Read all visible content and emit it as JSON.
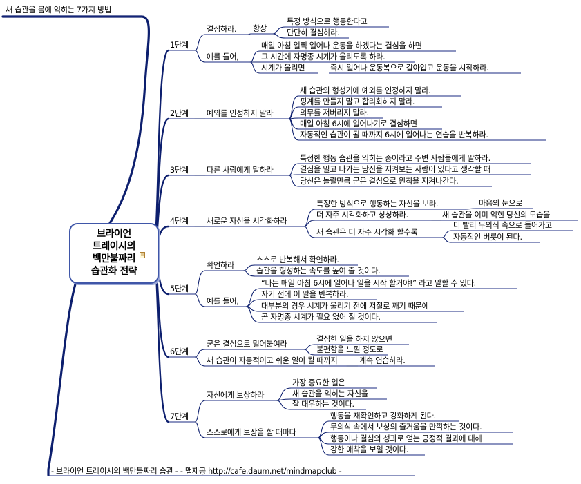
{
  "header": "새 습관을 몸에 익히는 7가지 방법",
  "root": {
    "lines": [
      "브라이언",
      "트레이시의",
      "백만불짜리",
      "습관화 전략"
    ],
    "note_icon": "note-icon"
  },
  "steps": [
    {
      "label": "1단계",
      "children": [
        {
          "label": "결심하라.",
          "children": [
            {
              "label": "항상",
              "children": [
                {
                  "label": "특정 방식으로 행동한다고"
                },
                {
                  "label": "단단히 결심하라."
                }
              ]
            }
          ]
        },
        {
          "label": "예를 들어,",
          "children": [
            {
              "label": "매일 아침 일찍 일어나 운동을 하겠다는 결심을 하면"
            },
            {
              "label": "그 시간에 자명종 시계가 울리도록 하라."
            },
            {
              "label": "시계가 울리면",
              "children": [
                {
                  "label": "즉시 일어나 운동복으로 갈아입고 운동을 시작하라."
                }
              ]
            }
          ]
        }
      ]
    },
    {
      "label": "2단계",
      "children": [
        {
          "label": "예외를 인정하지 말라",
          "children": [
            {
              "label": "새 습관의 형성기에 예외를 인정하지 말라."
            },
            {
              "label": "핑계를 만들지 말고 합리화하지 말라."
            },
            {
              "label": "의무를 저버리지 말라."
            },
            {
              "label": "매일 아침 6시에 일어나기로 결심하면"
            },
            {
              "label": "자동적인 습관이 될 때까지 6시에 일어나는 연습을 반복하라."
            }
          ]
        }
      ]
    },
    {
      "label": "3단계",
      "children": [
        {
          "label": "다른 사람에게 말하라",
          "children": [
            {
              "label": "특정한 행동 습관을 익히는 중이라고 주변 사람들에게 말하라."
            },
            {
              "label": "결심을 밀고 나가는 당신을 지켜보는 사람이 있다고 생각할 때"
            },
            {
              "label": "당신은 놀랄만큼 굳은 결심으로 원칙을 지켜나간다."
            }
          ]
        }
      ]
    },
    {
      "label": "4단계",
      "children": [
        {
          "label": "새로운 자신을 시각화하라",
          "children": [
            {
              "label": "특정한 방식으로 행동하는 자신을 보라.",
              "children": [
                {
                  "label": "마음의 눈으로"
                }
              ]
            },
            {
              "label": "더 자주 시각화하고 상상하라.",
              "children": [
                {
                  "label": "새 습관을 이미 익힌 당신의 모습을"
                }
              ]
            },
            {
              "label": "새 습관은 더 자주 시각화 할수록",
              "children": [
                {
                  "label": "더 빨리 무의식 속으로 들어가고"
                },
                {
                  "label": "자동적인 버릇이 된다."
                }
              ]
            }
          ]
        }
      ]
    },
    {
      "label": "5단계",
      "children": [
        {
          "label": "확언하라",
          "children": [
            {
              "label": "스스로 반복해서 확언하라."
            },
            {
              "label": "습관을 형성하는 속도를 높여 줄 것이다."
            }
          ]
        },
        {
          "label": "예를 들어,",
          "children": [
            {
              "label": "“나는 매일 아침 6시에 일어나 일을 시작 할거야!” 라고 말할 수 있다."
            },
            {
              "label": "자기 전에 이 말을 반복하라."
            },
            {
              "label": "대부분의 경우 시계가 울리기 전에 저절로 깨기 때문에"
            },
            {
              "label": "곧 자명종 시계가 필요 없어 질 것이다."
            }
          ]
        }
      ]
    },
    {
      "label": "6단계",
      "children": [
        {
          "label": "굳은 결심으로 밀어붙여라",
          "children": [
            {
              "label": "결심한 일을 하지 않으면"
            },
            {
              "label": "불편함을 느낄 정도로"
            }
          ]
        },
        {
          "label": "새 습관이 자동적이고 쉬운 일이 될 때까지",
          "children": [
            {
              "label": "계속 연습하라."
            }
          ]
        }
      ]
    },
    {
      "label": "7단계",
      "children": [
        {
          "label": "자신에게 보상하라",
          "children": [
            {
              "label": "가장 중요한 일은"
            },
            {
              "label": "새 습관을 익히는 자신을"
            },
            {
              "label": "잘 대우하는 것이다."
            }
          ]
        },
        {
          "label": "스스로에게 보상을 할 때마다",
          "children": [
            {
              "label": "행동을 재확인하고 강화하게 된다."
            },
            {
              "label": "무의식 속에서 보상의 즐거움을 만끽하는 것이다."
            },
            {
              "label": "행동이나 결심의 성과로 얻는 긍정적 결과에 대해"
            },
            {
              "label": "강한 애착을 보일 것이다."
            }
          ]
        }
      ]
    }
  ],
  "footer": "- 브라이언 트레이시의 백만불짜리 습관 -    - 맵제공  http://cafe.daum.net/mindmapclub -",
  "colors": {
    "edge": "#0d1f6e",
    "underline": "#1a2a80",
    "root_border": "#3f56a8",
    "root_shadow": "#9aa7d6"
  }
}
